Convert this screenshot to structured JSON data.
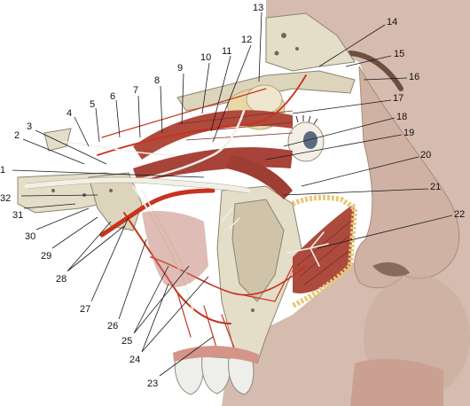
{
  "labels": [
    {
      "key": "l1",
      "text": "1"
    },
    {
      "key": "l2",
      "text": "2"
    },
    {
      "key": "l3",
      "text": "3"
    },
    {
      "key": "l4",
      "text": "4"
    },
    {
      "key": "l5",
      "text": "5"
    },
    {
      "key": "l6",
      "text": "6"
    },
    {
      "key": "l7",
      "text": "7"
    },
    {
      "key": "l8",
      "text": "8"
    },
    {
      "key": "l9",
      "text": "9"
    },
    {
      "key": "l10",
      "text": "10"
    },
    {
      "key": "l11",
      "text": "11"
    },
    {
      "key": "l12",
      "text": "12"
    },
    {
      "key": "l13",
      "text": "13"
    },
    {
      "key": "l14",
      "text": "14"
    },
    {
      "key": "l15",
      "text": "15"
    },
    {
      "key": "l16",
      "text": "16"
    },
    {
      "key": "l17",
      "text": "17"
    },
    {
      "key": "l18",
      "text": "18"
    },
    {
      "key": "l19",
      "text": "19"
    },
    {
      "key": "l20",
      "text": "20"
    },
    {
      "key": "l21",
      "text": "21"
    },
    {
      "key": "l22",
      "text": "22"
    },
    {
      "key": "l23",
      "text": "23"
    },
    {
      "key": "l24",
      "text": "24"
    },
    {
      "key": "l25",
      "text": "25"
    },
    {
      "key": "l26",
      "text": "26"
    },
    {
      "key": "l27",
      "text": "27"
    },
    {
      "key": "l28",
      "text": "28"
    },
    {
      "key": "l29",
      "text": "29"
    },
    {
      "key": "l30",
      "text": "30"
    },
    {
      "key": "l31",
      "text": "31"
    },
    {
      "key": "l32",
      "text": "32"
    }
  ],
  "colors": {
    "skin": "#d6bcae",
    "skin_shadow": "#b89a8a",
    "bone": "#e4ddc8",
    "bone_pore": "#6e6a5a",
    "muscle": "#b04a3c",
    "artery": "#c8321f",
    "nerve": "#f2f0e6",
    "fat": "#e8c878",
    "teeth": "#eeeeea",
    "background": "#ffffff"
  }
}
